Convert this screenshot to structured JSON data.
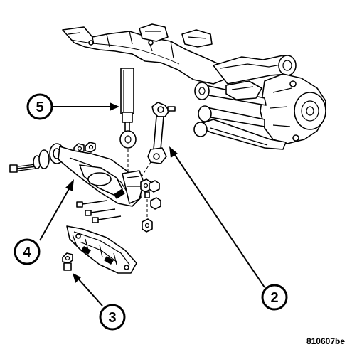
{
  "figure": {
    "id_label": "810607be"
  },
  "callouts": [
    {
      "key": "c5",
      "number": "5",
      "part": "shock-absorber"
    },
    {
      "key": "c4",
      "number": "4",
      "part": "lower-control-arm"
    },
    {
      "key": "c3",
      "number": "3",
      "part": "bolt-nut"
    },
    {
      "key": "c2",
      "number": "2",
      "part": "stabilizer-link"
    }
  ],
  "colors": {
    "line": "#000000",
    "background": "#ffffff"
  }
}
